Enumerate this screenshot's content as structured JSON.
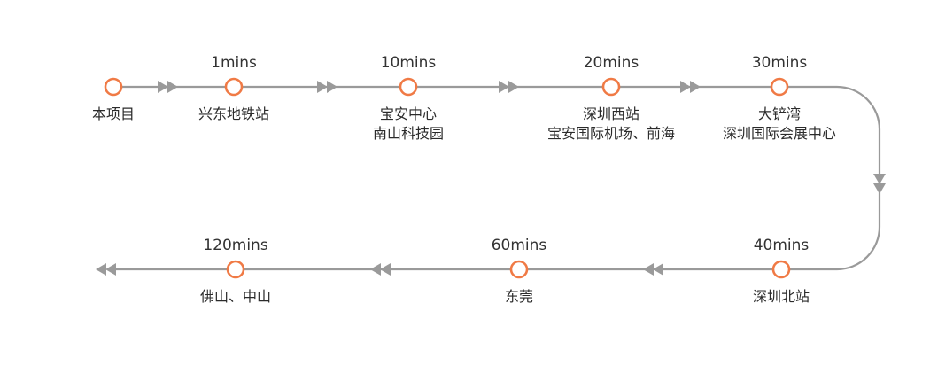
{
  "colors": {
    "line": "#9a9a9a",
    "station_stroke": "#f07a45",
    "station_fill": "#ffffff",
    "text": "#2b2b2b"
  },
  "stations": [
    {
      "id": "origin",
      "name_lines": [
        "本项目"
      ],
      "time": ""
    },
    {
      "id": "xingdong",
      "name_lines": [
        "兴东地铁站"
      ],
      "time": "1mins"
    },
    {
      "id": "baoan-center",
      "name_lines": [
        "宝安中心",
        "南山科技园"
      ],
      "time": "10mins"
    },
    {
      "id": "shenzhen-west",
      "name_lines": [
        "深圳西站",
        "宝安国际机场、前海"
      ],
      "time": "20mins"
    },
    {
      "id": "dachanwan",
      "name_lines": [
        "大铲湾",
        "深圳国际会展中心"
      ],
      "time": "30mins"
    },
    {
      "id": "shenzhen-north",
      "name_lines": [
        "深圳北站"
      ],
      "time": "40mins"
    },
    {
      "id": "dongguan",
      "name_lines": [
        "东莞"
      ],
      "time": "60mins"
    },
    {
      "id": "foshan-zhongshan",
      "name_lines": [
        "佛山、中山"
      ],
      "time": "120mins"
    }
  ]
}
